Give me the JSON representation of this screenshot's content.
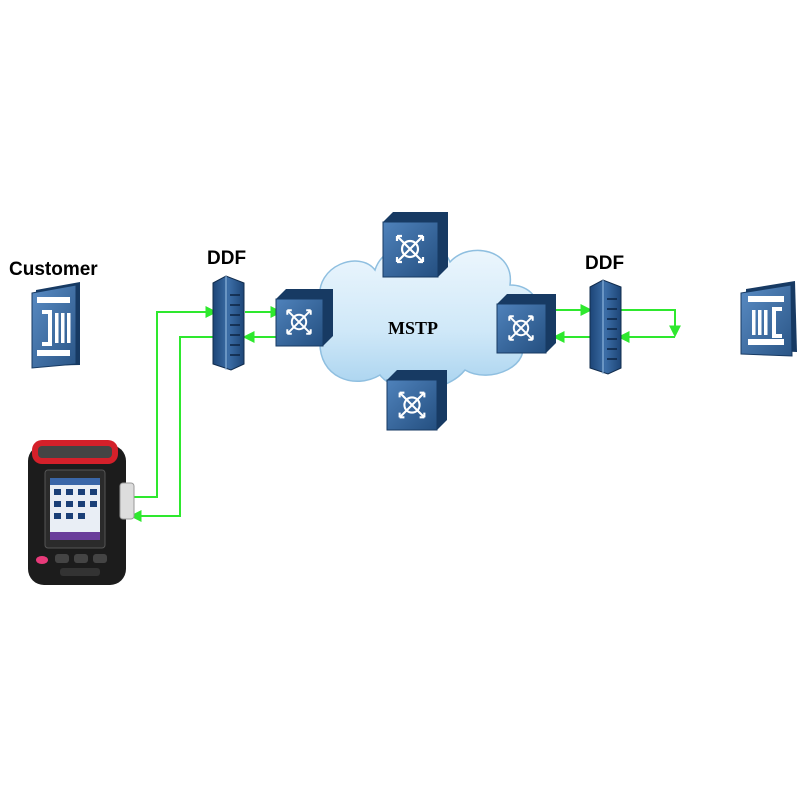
{
  "labels": {
    "customer": "Customer",
    "ddf_left": "DDF",
    "ddf_right": "DDF",
    "network": "MSTP"
  },
  "colors": {
    "link": "#2ee82e",
    "equipment_blue": "#2c5d93",
    "equipment_dark": "#173a63",
    "cloud": "#cfe8f8",
    "tester_red": "#d4202a",
    "tester_body": "#1c1c1c"
  },
  "icons": {
    "customer_left": "customer-terminal-icon",
    "customer_right": "remote-terminal-icon",
    "ddf": "ddf-panel-icon",
    "node": "mstp-node-icon",
    "tester": "handheld-tester-icon"
  }
}
